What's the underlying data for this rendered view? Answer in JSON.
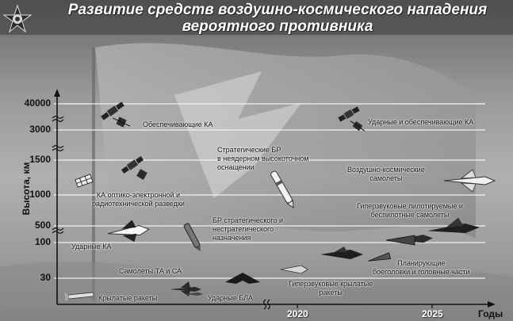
{
  "title_line1": "Развитие средств воздушно-космического нападения",
  "title_line2": "вероятного противника",
  "y_axis_label": "Высота, км",
  "x_axis_label": "Годы",
  "y_ticks": [
    "40000",
    "3000",
    "1500",
    "1000",
    "500",
    "100",
    "30"
  ],
  "x_ticks": [
    "2020",
    "2025"
  ],
  "labels": {
    "support_sat": "Обеспечивающие КА",
    "strike_support_sat": "Ударные и обеспечивающие КА",
    "icbm_line1": "Стратегические БР",
    "icbm_line2": "в неядерном высокоточном",
    "icbm_line3": "оснащении",
    "aerospace_line1": "Воздушно-космические",
    "aerospace_line2": "самолеты",
    "recon_line1": "КА оптико-электронной и",
    "recon_line2": "радиотехнической разведки",
    "br_line1": "БР стратегического и",
    "br_line2": "нестратегического",
    "br_line3": "назначения",
    "hyper_piloted_line1": "Гиперзвуковые пилотируемые и",
    "hyper_piloted_line2": "беспилотные самолеты",
    "strike_ka": "Ударные КА",
    "gliders_line1": "Планирующие",
    "gliders_line2": "боеголовки и головные части",
    "aircraft": "Самолеты ТА и СА",
    "hyper_cruise_line1": "Гиперзвуковые крылатые",
    "hyper_cruise_line2": "ракеты",
    "cruise": "Крылатые ракеты",
    "uav": "Ударные БЛА"
  }
}
